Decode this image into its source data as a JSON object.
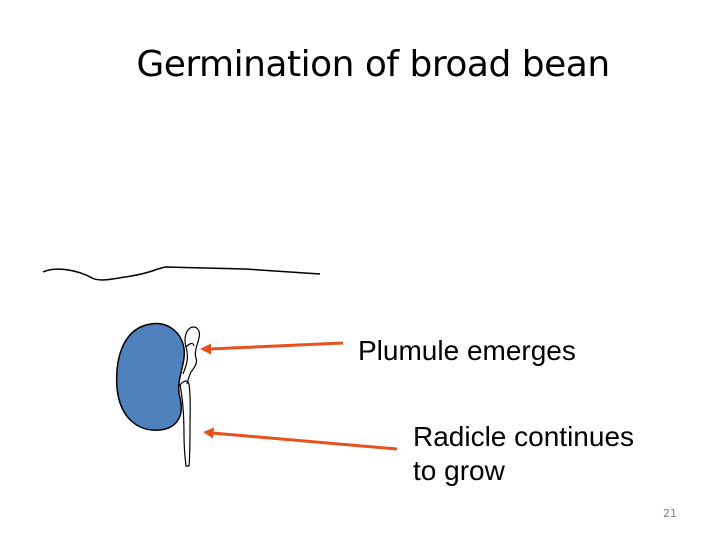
{
  "slide": {
    "title": "Germination of broad bean",
    "number": "21"
  },
  "labels": {
    "plumule": "Plumule emerges",
    "radicle_line1": "Radicle continues",
    "radicle_line2": "to grow"
  },
  "colors": {
    "seed_fill": "#4f81bd",
    "arrow": "#e8501c",
    "outline": "#000000"
  }
}
